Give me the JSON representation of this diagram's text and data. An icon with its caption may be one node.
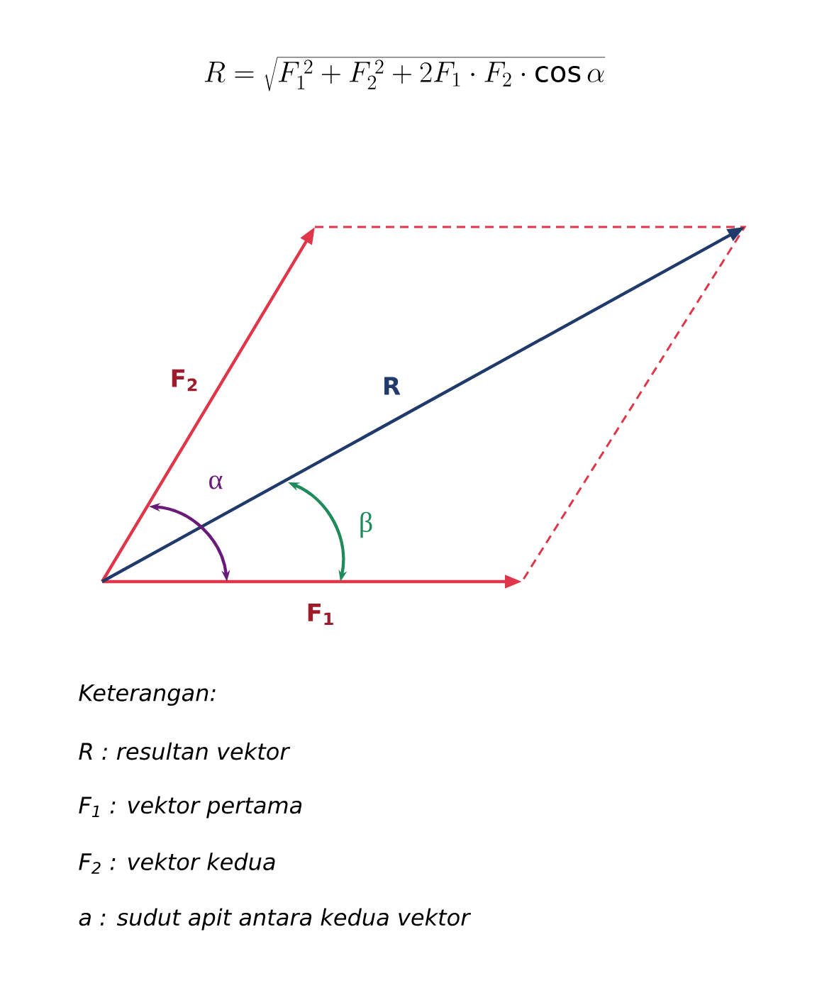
{
  "diagram": {
    "labels": [
      "R = \\sqrt{F_1^{\\,2} + F_2^{\\,2} + 2F_1 \\cdot F_2 \\cdot \\cos\\alpha}",
      "F$_{2}$",
      "R",
      "α",
      "β",
      "F$_{1}$",
      "Keterangan:",
      "R : resultan vektor",
      "F$_{1}$ : vektor pertama",
      "F$_{2}$ : vektor kedua",
      "a : sudut apit antara kedua vektor"
    ]
  }
}
